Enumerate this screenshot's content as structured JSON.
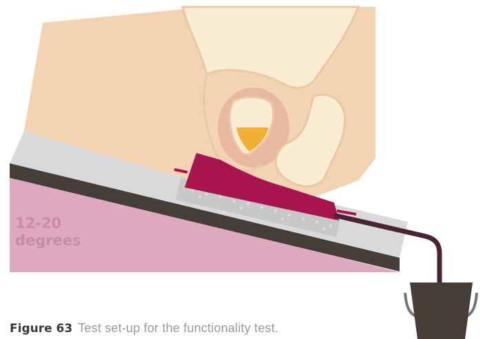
{
  "angle_label": {
    "line1": "12-20",
    "line2": "degrees"
  },
  "caption": {
    "figure_number": "Figure 63",
    "text": "Test set-up for the functionality test."
  },
  "colors": {
    "wedge": "#dea9bf",
    "table_base": "#453d38",
    "table_top": "#d9d9d9",
    "skin": "#f3d4b2",
    "bone": "#f8ecd3",
    "bone_outline": "#e8c9a3",
    "organ": "#e9b8a3",
    "urine": "#f2b032",
    "device": "#a8154e",
    "tube": "#4a2336",
    "bucket": "#453d38",
    "handle": "#7a7470",
    "label": "#c98ba5"
  }
}
